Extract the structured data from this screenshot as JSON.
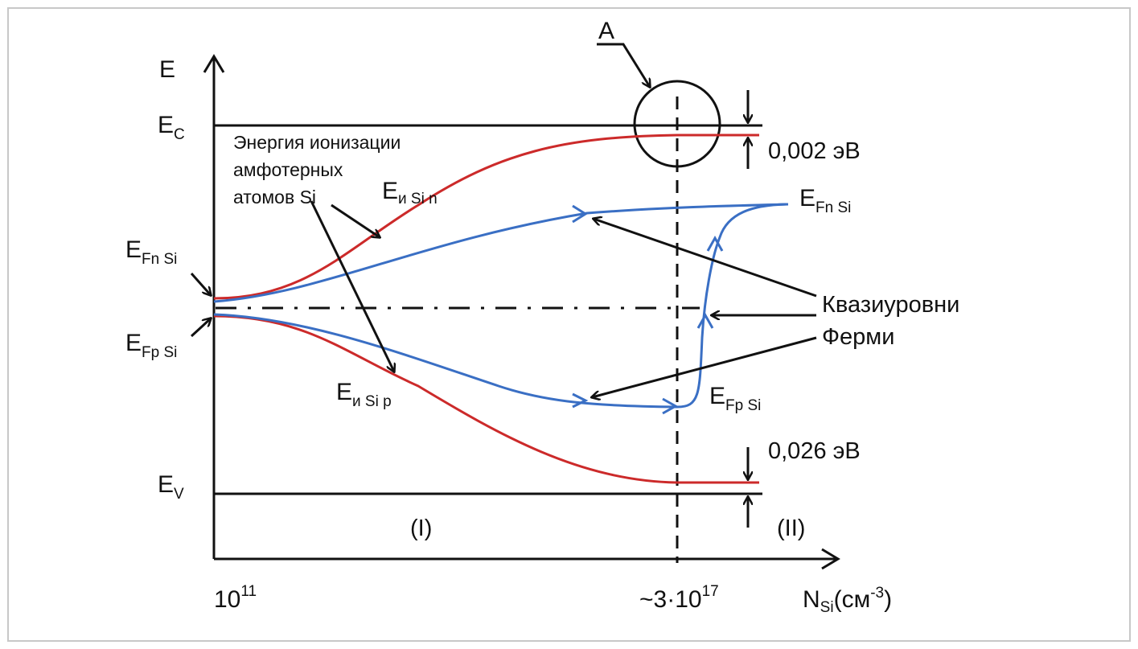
{
  "axes": {
    "y_label": "E",
    "x_label": "N",
    "x_label_sub": "Si",
    "x_label_unit_open": "(см",
    "x_label_unit_sup": "-3",
    "x_label_unit_close": ")",
    "x_tick_min_base": "10",
    "x_tick_min_exp": "11",
    "x_tick_crit_base": "~3·10",
    "x_tick_crit_exp": "17"
  },
  "levels": {
    "ec_main": "E",
    "ec_sub": "C",
    "ev_main": "E",
    "ev_sub": "V"
  },
  "left_labels": {
    "efn_main": "E",
    "efn_sub": "Fn Si",
    "efp_main": "E",
    "efp_sub": "Fp Si"
  },
  "curve_labels": {
    "ei_n_main": "E",
    "ei_n_sub": "и Si n",
    "ei_p_main": "E",
    "ei_p_sub": "и Si p",
    "efn_right_main": "E",
    "efn_right_sub": "Fn Si",
    "efp_right_main": "E",
    "efp_right_sub": "Fp Si"
  },
  "annotations": {
    "ionization_line1": "Энергия ионизации",
    "ionization_line2": "амфотерных",
    "ionization_line3": "атомов Si",
    "quasi_line1": "Квазиуровни",
    "quasi_line2": "Ферми",
    "gap_top": "0,002 эВ",
    "gap_bottom": "0,026 эВ",
    "point_a": "A",
    "region_1": "(I)",
    "region_2": "(II)"
  },
  "colors": {
    "axis": "#111111",
    "ionization_curves": "#cc2a2a",
    "fermi_curves": "#3a6fc4",
    "frame": "#c8c8c8"
  }
}
